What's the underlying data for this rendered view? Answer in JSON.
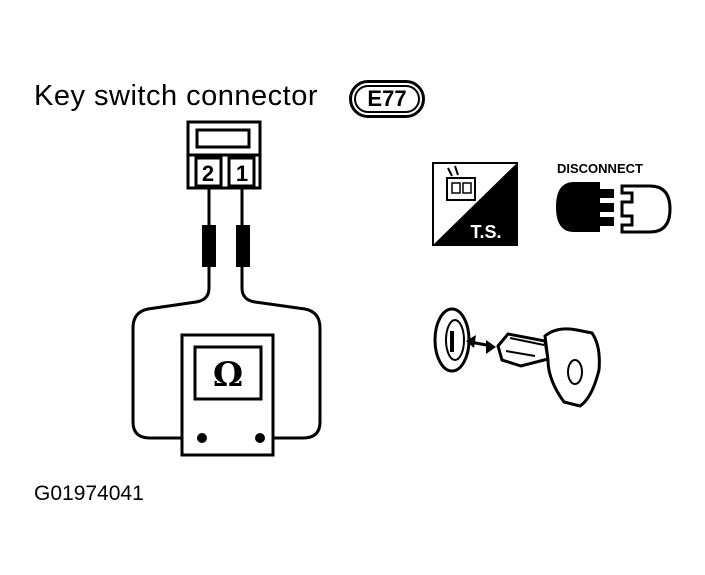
{
  "title": "Key switch connector",
  "connector_code": "E77",
  "connector": {
    "pin_left": "2",
    "pin_right": "1"
  },
  "meter": {
    "symbol": "Ω"
  },
  "ts_icon": {
    "label": "T.S.",
    "icon": "ts-icon"
  },
  "disconnect_icon": {
    "label": "DISCONNECT",
    "icon": "disconnect-icon"
  },
  "key_icon": {
    "icon": "ignition-key-icon"
  },
  "figure_id": "G01974041"
}
